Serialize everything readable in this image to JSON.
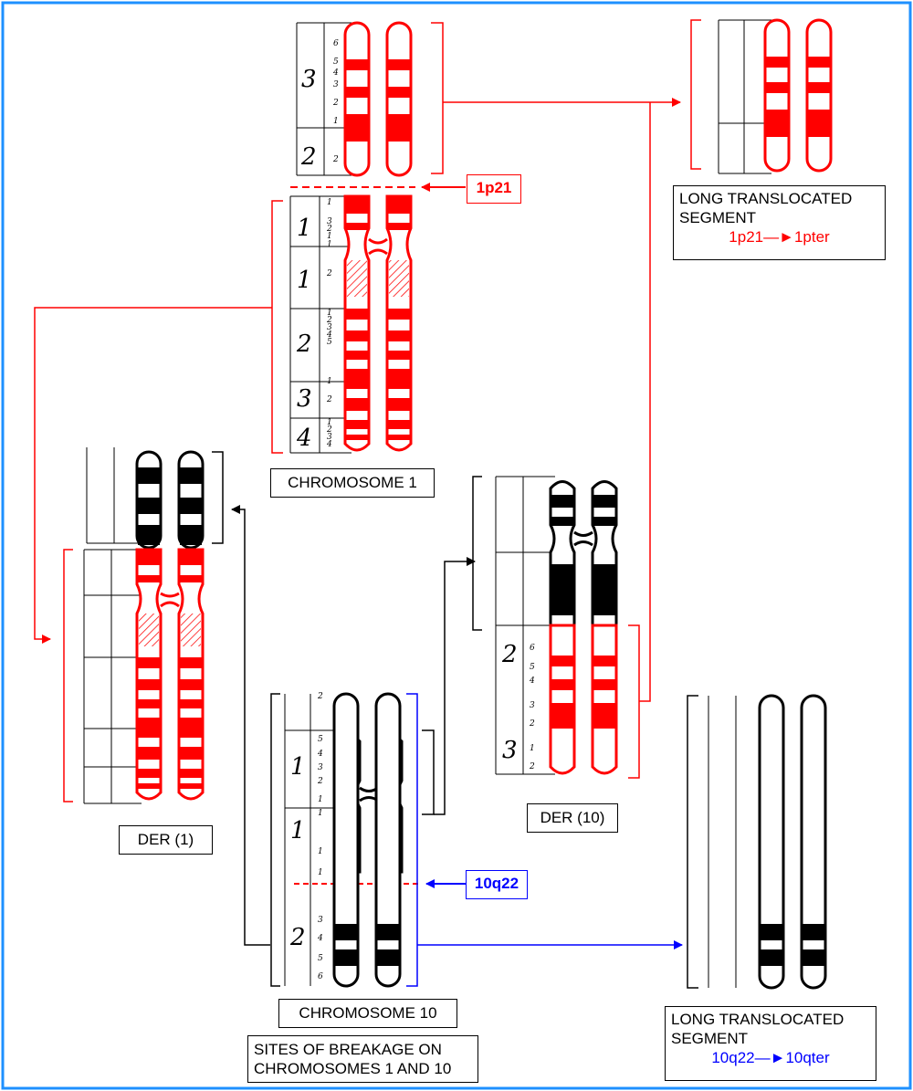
{
  "breakpoints": {
    "chr1": "1p21",
    "chr10": "10q22"
  },
  "labels": {
    "chromosome1": "CHROMOSOME 1",
    "chromosome10": "CHROMOSOME 10",
    "der1": "DER (1)",
    "der10": "DER (10)",
    "sites": [
      "SITES OF BREAKAGE ON",
      "CHROMOSOMES 1 AND 10"
    ],
    "segment1": {
      "title": [
        "LONG TRANSLOCATED",
        "SEGMENT"
      ],
      "range": "1p21—►1pter"
    },
    "segment10": {
      "title": [
        "LONG TRANSLOCATED",
        "SEGMENT"
      ],
      "range": "10q22—►10qter"
    }
  },
  "bands": {
    "chr1_p_top": {
      "regions": [
        "3",
        "2"
      ],
      "subbands": [
        "6",
        "5",
        "4",
        "3",
        "2",
        "1",
        "2"
      ]
    },
    "chr1_lower": {
      "regions": [
        "1",
        "1",
        "2",
        "3",
        "4"
      ],
      "subbands": [
        "1",
        "3",
        "2",
        "1",
        "1",
        "2",
        "1",
        "2",
        "3",
        "4",
        "5",
        "1",
        "2",
        "1",
        "2",
        "3",
        "4"
      ]
    },
    "chr10_q": {
      "regions": [
        "2"
      ],
      "subbands": [
        "2",
        "3",
        "4",
        "5",
        "6"
      ]
    },
    "chr10_upper": {
      "regions": [
        "1",
        "1"
      ],
      "subbands": [
        "5",
        "4",
        "3",
        "2",
        "1",
        "1",
        "1",
        "1"
      ]
    },
    "der10_lower": {
      "regions": [
        "2",
        "3"
      ],
      "subbands": [
        "6",
        "5",
        "4",
        "3",
        "2",
        "1",
        "2"
      ]
    }
  },
  "colors": {
    "chr1": "#ff0000",
    "chr10": "#000000",
    "breakpoint10": "#0000ff",
    "frame": "#1e90ff"
  }
}
